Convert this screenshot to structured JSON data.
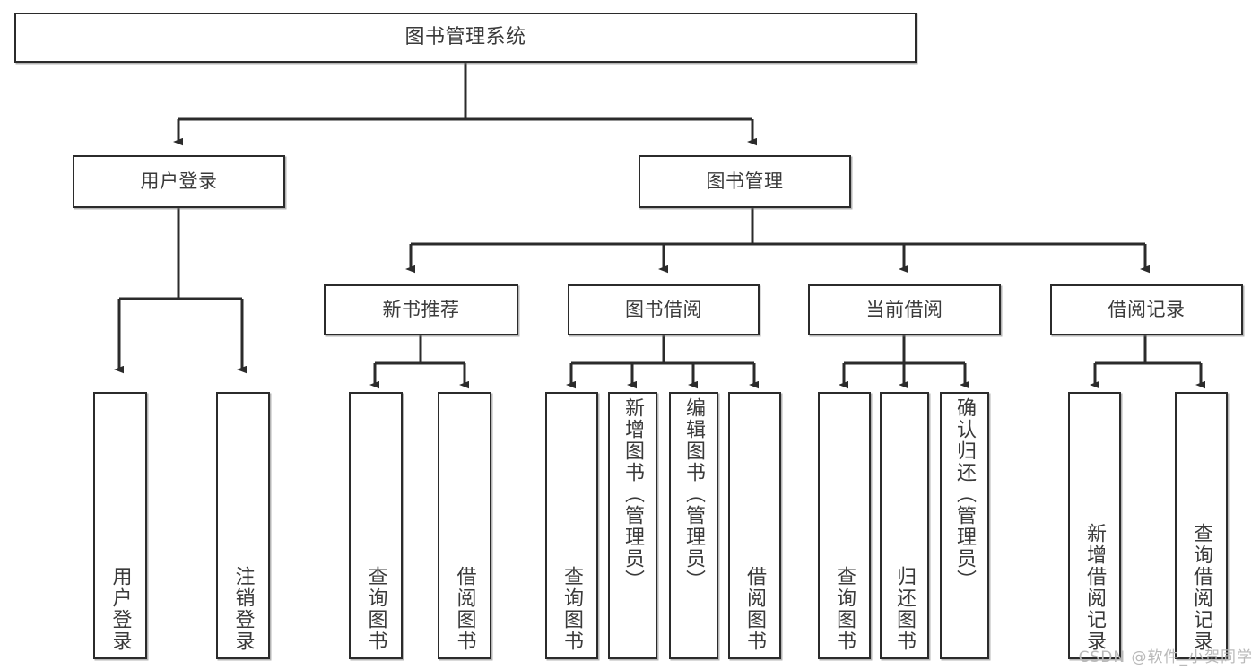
{
  "diagram": {
    "type": "tree",
    "title": "图书管理系统",
    "orientation": "top-down",
    "colors": {
      "box_border": "#2b2b2b",
      "box_fill": "#ffffff",
      "text": "#3a3a3a",
      "connector": "#2b2b2b",
      "watermark": "#b9b9b9",
      "background": "#ffffff"
    }
  },
  "watermark": {
    "text": "CSDN @软件_小贺同学"
  },
  "nodes": {
    "root": {
      "label": "图书管理系统"
    },
    "level2": [
      {
        "id": "user-login",
        "label": "用户登录"
      },
      {
        "id": "book-manage",
        "label": "图书管理"
      }
    ],
    "level3": [
      {
        "id": "new-book-recommend",
        "label": "新书推荐"
      },
      {
        "id": "book-borrow",
        "label": "图书借阅"
      },
      {
        "id": "current-borrow",
        "label": "当前借阅"
      },
      {
        "id": "borrow-record",
        "label": "借阅记录"
      }
    ],
    "leaves": {
      "user-login": [
        {
          "id": "leaf-user-login",
          "label": "用户登录"
        },
        {
          "id": "leaf-user-logout",
          "label": "注销登录"
        }
      ],
      "new-book-recommend": [
        {
          "id": "leaf-query-book-1",
          "label": "查询图书"
        },
        {
          "id": "leaf-borrow-book-1",
          "label": "借阅图书"
        }
      ],
      "book-borrow": [
        {
          "id": "leaf-query-book-2",
          "label": "查询图书"
        },
        {
          "id": "leaf-add-book",
          "label": "新增图书（管理员）"
        },
        {
          "id": "leaf-edit-book",
          "label": "编辑图书（管理员）"
        },
        {
          "id": "leaf-borrow-book-2",
          "label": "借阅图书"
        }
      ],
      "current-borrow": [
        {
          "id": "leaf-query-book-3",
          "label": "查询图书"
        },
        {
          "id": "leaf-return-book",
          "label": "归还图书"
        },
        {
          "id": "leaf-confirm-return",
          "label": "确认归还（管理员）"
        }
      ],
      "borrow-record": [
        {
          "id": "leaf-add-record",
          "label": "新增借阅记录"
        },
        {
          "id": "leaf-query-record",
          "label": "查询借阅记录"
        }
      ]
    }
  }
}
